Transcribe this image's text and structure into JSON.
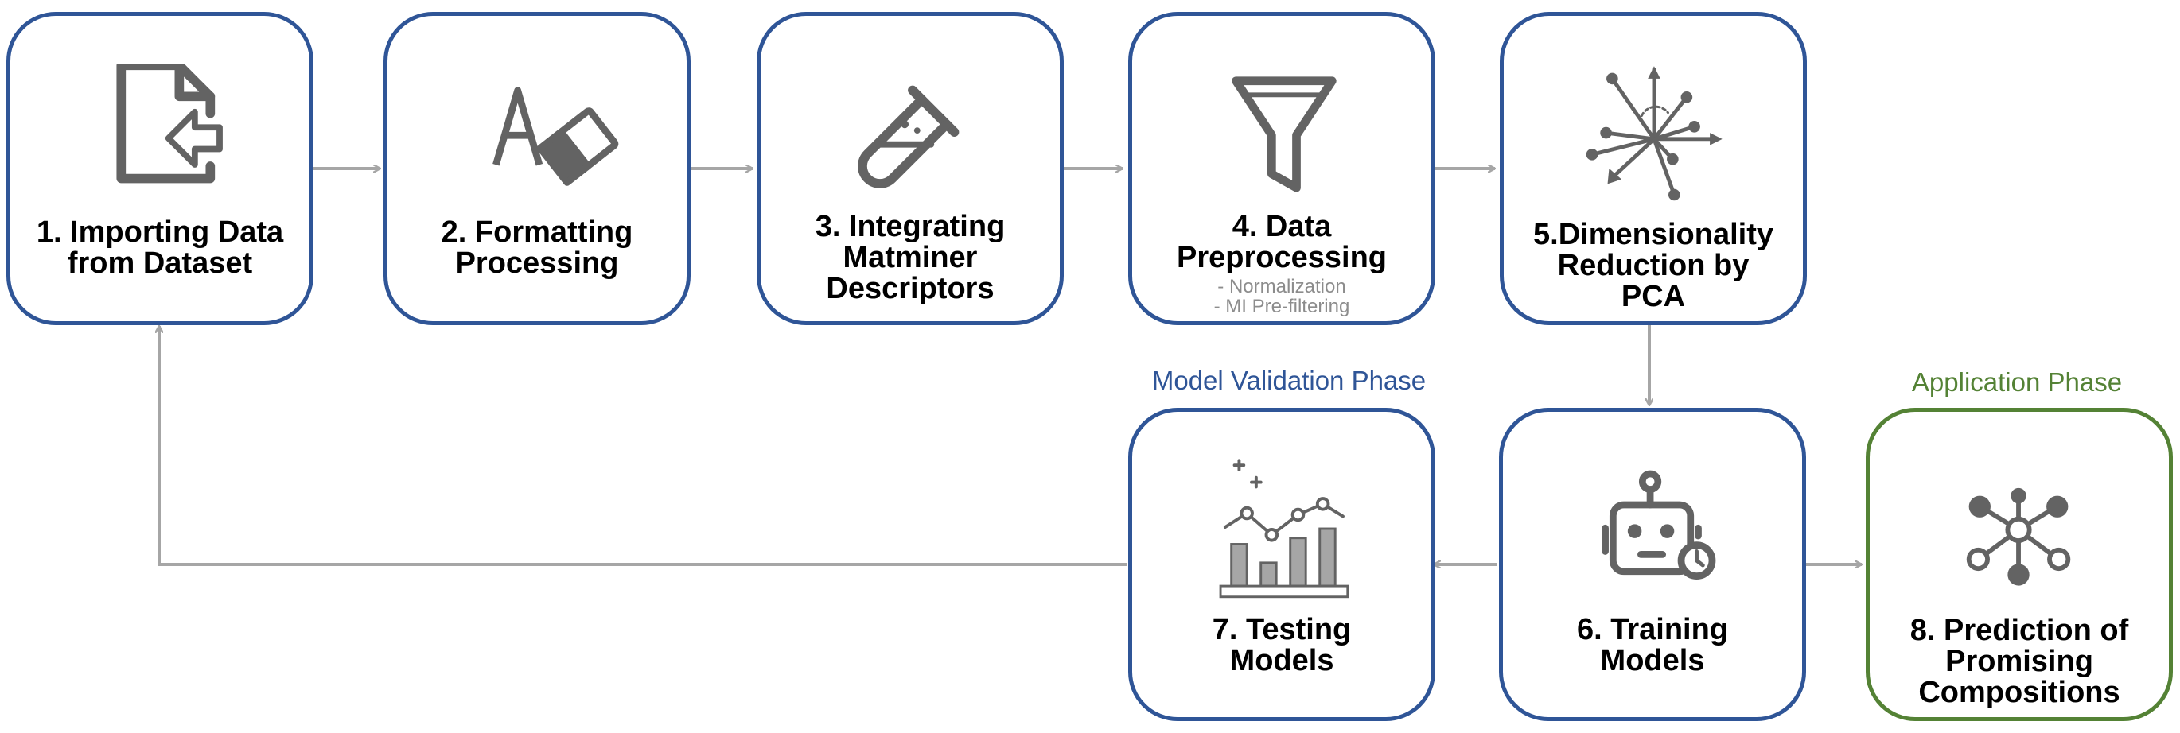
{
  "steps": [
    {
      "lines": [
        "1. Importing Data",
        "from Dataset"
      ],
      "icon": "import-file-icon"
    },
    {
      "lines": [
        "2. Formatting",
        "Processing"
      ],
      "icon": "text-eraser-icon"
    },
    {
      "lines": [
        "3. Integrating",
        "Matminer",
        "Descriptors"
      ],
      "icon": "test-tube-icon"
    },
    {
      "lines": [
        "4. Data",
        "Preprocessing"
      ],
      "sub": [
        "- Normalization",
        "- MI Pre-filtering"
      ],
      "icon": "funnel-filter-icon"
    },
    {
      "lines": [
        "5.Dimensionality",
        "Reduction by",
        "PCA"
      ],
      "icon": "pca-vectors-icon"
    },
    {
      "lines": [
        "6. Training",
        "Models"
      ],
      "icon": "robot-clock-icon"
    },
    {
      "lines": [
        "7. Testing",
        "Models"
      ],
      "icon": "bar-line-chart-icon"
    },
    {
      "lines": [
        "8. Prediction of",
        "Promising",
        "Compositions"
      ],
      "icon": "network-hub-icon"
    }
  ],
  "phases": {
    "validation": "Model Validation Phase",
    "application": "Application Phase"
  },
  "colors": {
    "box_border_blue": "#2f5597",
    "box_border_green": "#548235",
    "validation_label": "#2f5597",
    "application_label": "#548235",
    "arrow": "#a6a6a6",
    "icon": "#636363"
  }
}
